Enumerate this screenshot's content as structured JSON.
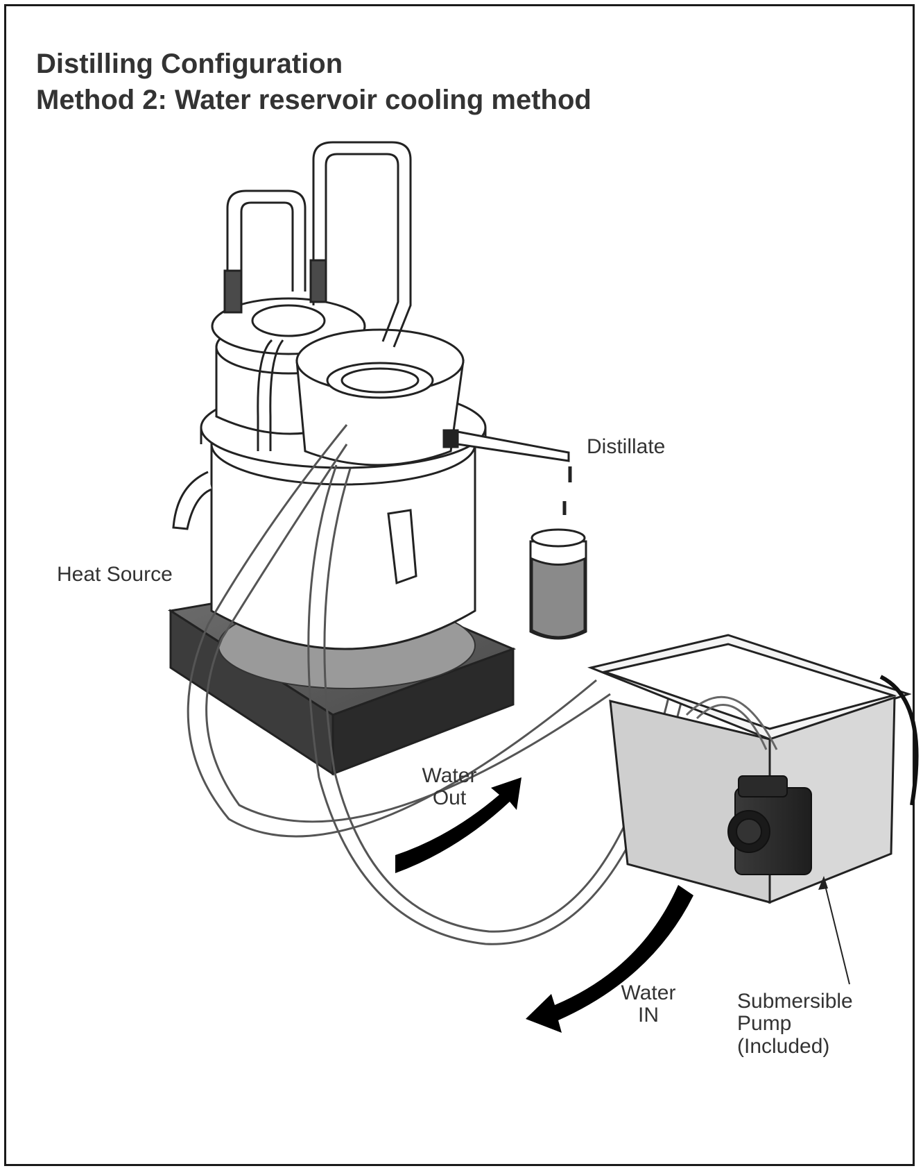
{
  "title": {
    "line1": "Distilling Configuration",
    "line2": "Method 2: Water reservoir cooling method"
  },
  "labels": {
    "heat_source": "Heat Source",
    "distillate": "Distillate",
    "water_out": [
      "Water",
      "Out"
    ],
    "water_in": [
      "Water",
      "IN"
    ],
    "pump": [
      "Submersible",
      "Pump",
      "(Included)"
    ]
  },
  "colors": {
    "line": "#222222",
    "text": "#333333",
    "heat_plate": "#5a5a5a",
    "liquid": "#8a8a8a",
    "arrow": "#000000"
  }
}
